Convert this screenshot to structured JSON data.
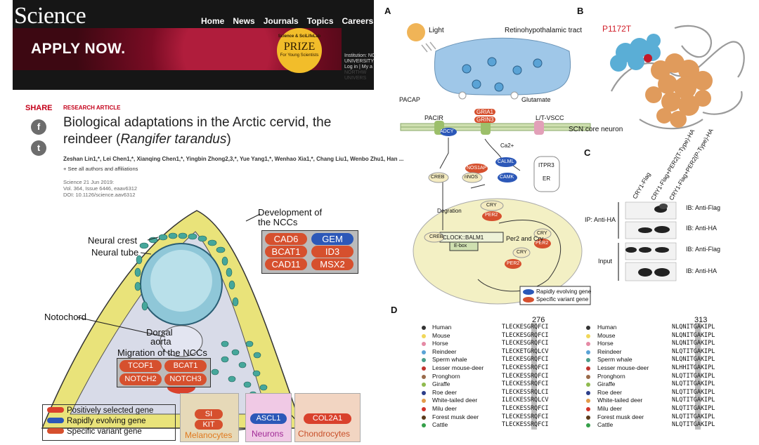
{
  "header": {
    "logo": "Science",
    "nav": [
      "Home",
      "News",
      "Journals",
      "Topics",
      "Careers"
    ],
    "ad_text": "APPLY NOW.",
    "prize_top": "Science & SciLifeLab",
    "prize_main": "PRIZE",
    "prize_sub": "For Young Scientists",
    "institution": [
      "Institution: NO",
      "UNIVERSITY",
      "Log in  |  My a",
      "NORTHW",
      "UNIVERS"
    ]
  },
  "article": {
    "share": "SHARE",
    "type": "RESEARCH ARTICLE",
    "title_plain": "Biological adaptations in the Arctic cervid, the reindeer (",
    "title_italic": "Rangifer tarandus",
    "title_end": ")",
    "authors": "Zeshan Lin1,*, Lei Chen1,*, Xianqing Chen1,*, Yingbin Zhong2,3,*, Yue Yang1,*, Wenhao Xia1,*, Chang Liu1, Wenbo Zhu1, Han ...",
    "see_all": "+ See all authors and affiliations",
    "cite": [
      "Science  21 Jun 2019:",
      "Vol. 364, Issue 6446, eaav6312",
      "DOI: 10.1126/science.aav6312"
    ],
    "social": [
      "f",
      "t"
    ]
  },
  "fig_left": {
    "development": "Development of",
    "development2": "the NCCs",
    "neural_crest": "Neural crest",
    "neural_tube": "Neural tube",
    "notochord": "Notochord",
    "dorsal": "Dorsal",
    "aorta": "aorta",
    "migration": "Migration of the NCCs",
    "dev_genes": [
      {
        "name": "CAD6",
        "type": "red"
      },
      {
        "name": "GEM",
        "type": "blue"
      },
      {
        "name": "BCAT1",
        "type": "red"
      },
      {
        "name": "ID3",
        "type": "red"
      },
      {
        "name": "CAD11",
        "type": "red"
      },
      {
        "name": "MSX2",
        "type": "red"
      }
    ],
    "mig_genes": [
      "TCOF1",
      "BCAT1",
      "NOTCH2",
      "NOTCH3"
    ],
    "legend": [
      "Positively selected gene",
      "Rapidly evolving gene",
      "Specific variant gene"
    ],
    "targets": [
      {
        "genes": [
          "SI",
          "KIT"
        ],
        "label": "Melanocytes",
        "color": "#e07a1f"
      },
      {
        "genes": [
          "ASCL1"
        ],
        "label": "Neurons",
        "color": "#a02a96"
      },
      {
        "genes": [
          "COL2A1"
        ],
        "label": "Chondrocytes",
        "color": "#c8502a"
      }
    ]
  },
  "panel_a": {
    "label": "A",
    "light": "Light",
    "tract": "Retinohypothalamic tract",
    "pacap": "PACAP",
    "glutamate": "Glutamate",
    "pacir": "PACIR",
    "gria": "GRIA1",
    "grin": "GRIN3",
    "vscc": "L/T-VSCC",
    "scn": "SCN core neuron",
    "adcy": "ADCY",
    "ca": "Ca2+",
    "calm": "CALML",
    "camk": "CAMK",
    "itpr": "ITPR3",
    "er": "ER",
    "nos1ap": "NOS1AP",
    "nnos": "nNOS",
    "creb": "CREB",
    "cry": "CRY",
    "per2": "PER2",
    "degration": "Degration",
    "clock": "CLOCK::BALM1",
    "ebox": "E-box",
    "per2cry": "Per2 and Cry",
    "legend": [
      "Rapidly evolving gene",
      "Specific variant gene"
    ]
  },
  "panel_b": {
    "label": "B",
    "mutation": "P1172T"
  },
  "panel_c": {
    "label": "C",
    "lanes": [
      "CRY1-Flag",
      "CRY1-Flag+PER2(T-Type)-HA",
      "CRY1-Flag+PER2(P-Type)-HA"
    ],
    "ip": "IP: Anti-HA",
    "input": "Input",
    "blots": [
      "IB: Anti-Flag",
      "IB: Anti-HA",
      "IB: Anti-Flag",
      "IB: Anti-HA"
    ]
  },
  "panel_d": {
    "label": "D",
    "pos1": "276",
    "pos2": "313",
    "species": [
      {
        "name": "Human",
        "color": "#333333",
        "s1": "TLECKESGRQFCI",
        "s2": "NLQNITGAKIPL"
      },
      {
        "name": "Mouse",
        "color": "#f0d75a",
        "s1": "TLECKESGRQFCI",
        "s2": "NLQNITGAKIPL"
      },
      {
        "name": "Horse",
        "color": "#e58aa5",
        "s1": "TLECKESGRQFCI",
        "s2": "NLQNITGAKIPL"
      },
      {
        "name": "Reindeer",
        "color": "#5aa3d6",
        "s1": "TLECKETGRQLCV",
        "s2": "NLQTITGAKIPL"
      },
      {
        "name": "Sperm whale",
        "color": "#4b9d8a",
        "s1": "TLECKESGRQFCI",
        "s2": "NLQNITGAKIPL"
      },
      {
        "name": "Lesser mouse-deer",
        "color": "#c0342e",
        "s1": "TLECKESSRQFCI",
        "s2": "NLHHITGAKIPL"
      },
      {
        "name": "Pronghorn",
        "color": "#9a6a4a",
        "s1": "TLECKESSRQFCI",
        "s2": "NLQTITGAKIPL"
      },
      {
        "name": "Giraffe",
        "color": "#8fba4f",
        "s1": "TLECKESSRQFCI",
        "s2": "NLQTITGAKIPL"
      },
      {
        "name": "Roe deer",
        "color": "#2c3e8a",
        "s1": "TLECKESSRQLCI",
        "s2": "NLQTITGAKIPL"
      },
      {
        "name": "White-tailed deer",
        "color": "#e39b4a",
        "s1": "ILECKESSRQLCV",
        "s2": "NLQTITGAKIPL"
      },
      {
        "name": "Milu deer",
        "color": "#d1332b",
        "s1": "TLECKESSRQFCI",
        "s2": "NLQTITGAKIPL"
      },
      {
        "name": "Forest musk deer",
        "color": "#5a3a1a",
        "s1": "TLECKESSRQFCI",
        "s2": "NLQTITGAKIPL"
      },
      {
        "name": "Cattle",
        "color": "#35a04a",
        "s1": "TLECKESSRQFCI",
        "s2": "NLQTITGAKIPL"
      }
    ]
  }
}
